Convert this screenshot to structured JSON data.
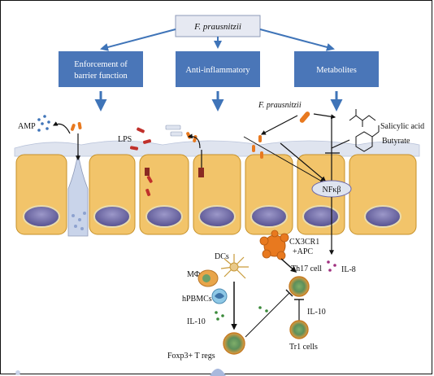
{
  "title": "F. prausnitzii",
  "branches": {
    "barrier": "Enforcement of\nbarrier function",
    "anti_inflammatory": "Anti-inflammatory",
    "metabolites": "Metabolites"
  },
  "labels": {
    "amp": "AMP",
    "lps": "LPS",
    "f_prausnitzii_2": "F. prausnitzii",
    "salicylic_acid": "Salicylic acid",
    "butyrate": "Butyrate",
    "nfkb": "NFκβ",
    "cx3cr1": "CX3CR1\n+APC",
    "dcs": "DCs",
    "mphi": "MΦ",
    "hpbmcs": "hPBMCs",
    "il10_left": "IL-10",
    "th17": "Th17 cell",
    "il8": "IL-8",
    "il10_right": "IL-10",
    "tr1": "Tr1 cells",
    "foxp3": "Foxp3+ T regs"
  },
  "colors": {
    "box_fill": "#4a76b8",
    "title_fill": "#e6e9f2",
    "arrow_blue": "#3f74b8",
    "cell_fill": "#f2c46a",
    "cell_stroke": "#c6912a",
    "nucleus": "#6f6aa8",
    "bacteria": "#e8791f",
    "lps_red": "#c0302b",
    "mucus": "#dfe4ef"
  }
}
